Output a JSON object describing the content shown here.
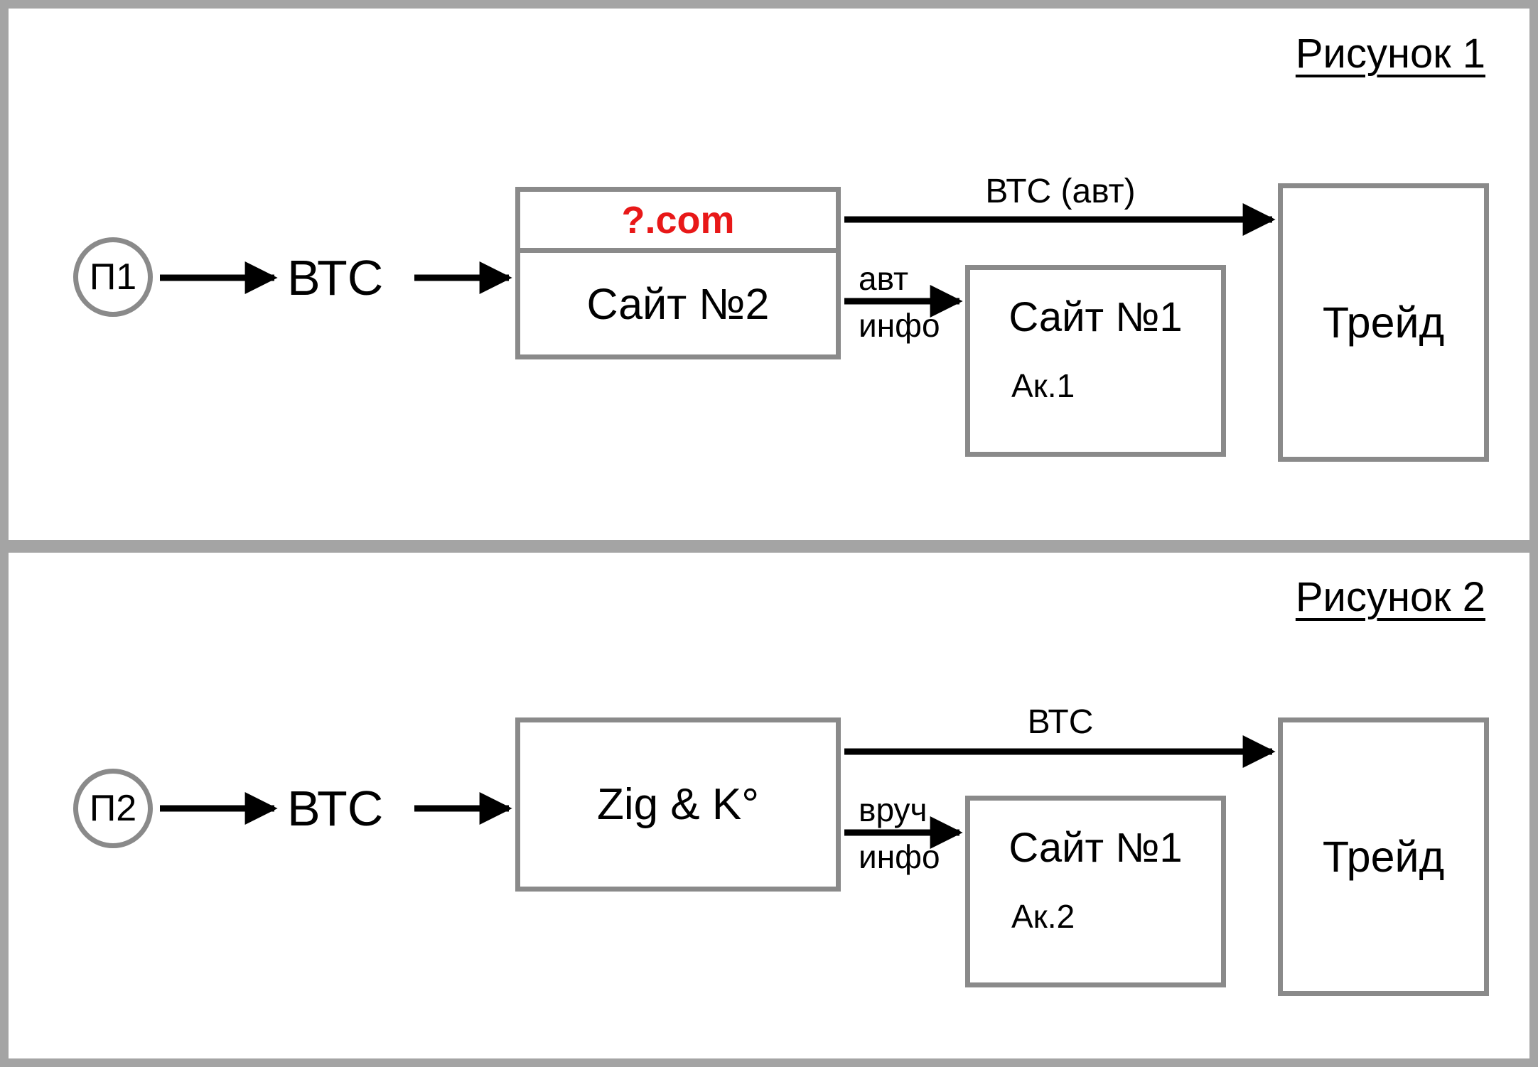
{
  "colors": {
    "frame-gray": "#a4a4a4",
    "box-border-gray": "#8a8a8a",
    "arrow-black": "#000000",
    "accent-red": "#e81818",
    "panel-white": "#ffffff"
  },
  "figure1": {
    "title": "Рисунок 1",
    "source": "П1",
    "btc": "ВТС",
    "site2": {
      "domain": "?.com",
      "name": "Сайт №2"
    },
    "arrow_to_trade": "ВТС (авт)",
    "arrow_to_site1_line1": "авт",
    "arrow_to_site1_line2": "инфо",
    "site1": {
      "name": "Сайт №1",
      "account": "Ак.1"
    },
    "trade": "Трейд"
  },
  "figure2": {
    "title": "Рисунок 2",
    "source": "П2",
    "btc": "ВТС",
    "company": "Zig & K°",
    "arrow_to_trade": "ВТС",
    "arrow_to_site1_line1": "вруч",
    "arrow_to_site1_line2": "инфо",
    "site1": {
      "name": "Сайт №1",
      "account": "Ак.2"
    },
    "trade": "Трейд"
  }
}
